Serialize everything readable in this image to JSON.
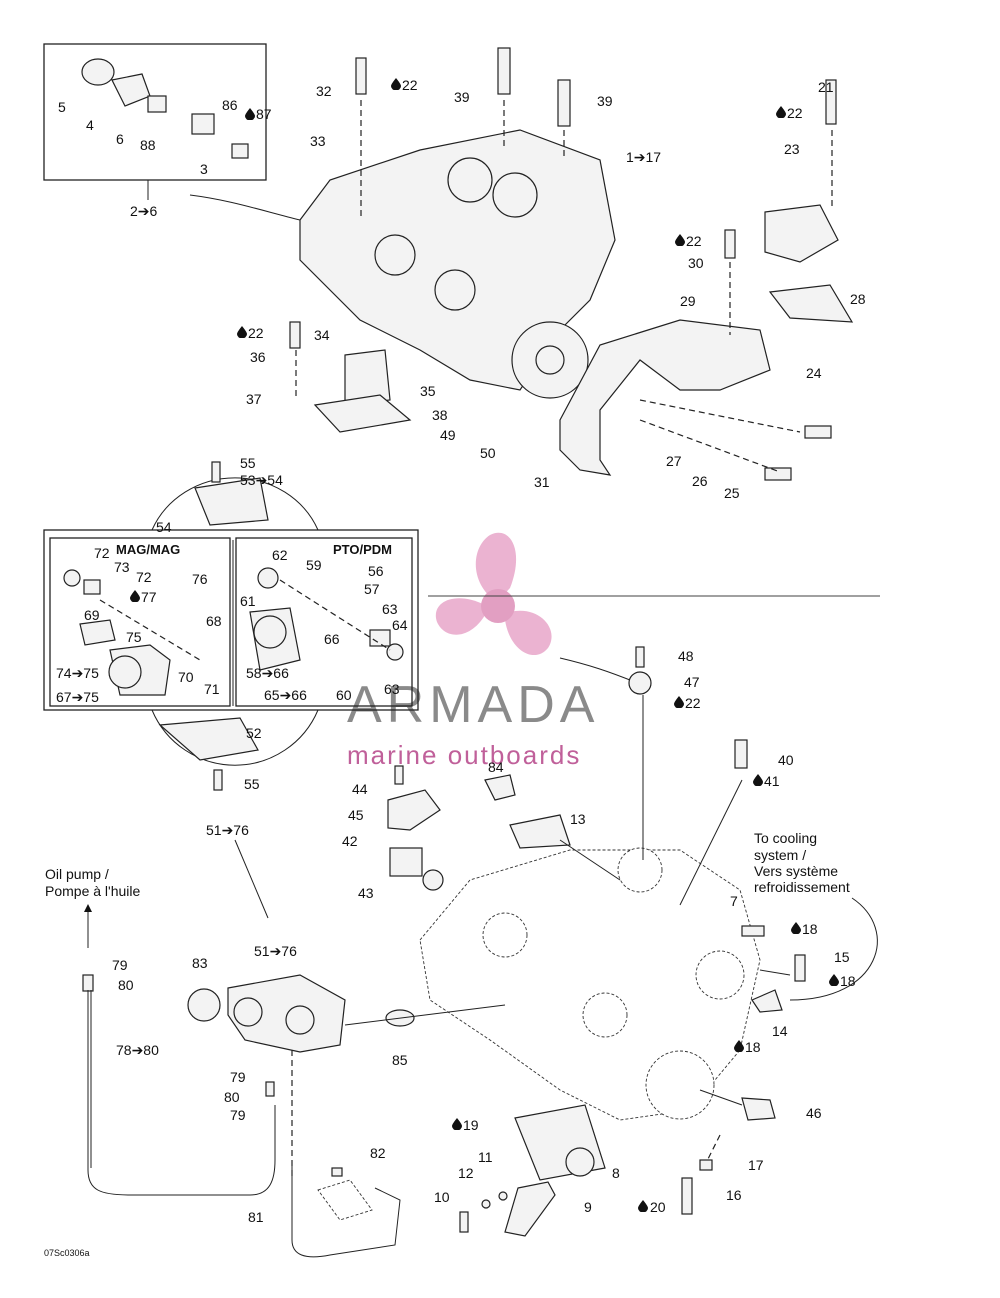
{
  "diagram": {
    "code": "07Sc0306a",
    "watermark": {
      "brand": "ARMADA",
      "tagline": "marine outboards"
    },
    "notes": {
      "oil_pump_en": "Oil pump /",
      "oil_pump_fr": "Pompe à l'huile",
      "cooling_en": "To cooling",
      "cooling_en2": "system /",
      "cooling_fr1": "Vers système",
      "cooling_fr2": "refroidissement"
    },
    "panels": {
      "mag": "MAG/MAG",
      "pto": "PTO/PDM"
    },
    "callouts": {
      "c5": "5",
      "c4": "4",
      "c6": "6",
      "c88": "88",
      "c86": "86",
      "c87": "87",
      "c3": "3",
      "c2_6": "2➔6",
      "c32": "32",
      "c32_22": "22",
      "c33": "33",
      "c39a": "39",
      "c39b": "39",
      "c1_17": "1➔17",
      "c21": "21",
      "c21_22": "22",
      "c23": "23",
      "c22_30": "22",
      "c30": "30",
      "c29": "29",
      "c28": "28",
      "c24": "24",
      "c22_36": "22",
      "c36": "36",
      "c34": "34",
      "c37": "37",
      "c35": "35",
      "c38": "38",
      "c49": "49",
      "c50": "50",
      "c31": "31",
      "c27": "27",
      "c26": "26",
      "c25": "25",
      "c55a": "55",
      "c53_54": "53➔54",
      "c54": "54",
      "c72a": "72",
      "c73": "73",
      "c72b": "72",
      "c77": "77",
      "c76": "76",
      "c69": "69",
      "c75": "75",
      "c68": "68",
      "c74_75": "74➔75",
      "c70": "70",
      "c71": "71",
      "c67_75": "67➔75",
      "c62": "62",
      "c59": "59",
      "c61": "61",
      "c56": "56",
      "c57": "57",
      "c63a": "63",
      "c64": "64",
      "c66": "66",
      "c58_66": "58➔66",
      "c60": "60",
      "c65_66": "65➔66",
      "c63b": "63",
      "c52": "52",
      "c55b": "55",
      "c51_76a": "51➔76",
      "c48": "48",
      "c47": "47",
      "c47_22": "22",
      "c40": "40",
      "c41": "41",
      "c84": "84",
      "c44": "44",
      "c45": "45",
      "c42": "42",
      "c13": "13",
      "c43": "43",
      "c7": "7",
      "c7_18": "18",
      "c15": "15",
      "c15_18": "18",
      "c14": "14",
      "c14_18": "18",
      "c46": "46",
      "c79a": "79",
      "c80a": "80",
      "c78_80": "78➔80",
      "c83": "83",
      "c51_76b": "51➔76",
      "c85": "85",
      "c79b": "79",
      "c80b": "80",
      "c79c": "79",
      "c19": "19",
      "c8": "8",
      "c17": "17",
      "c82": "82",
      "c11": "11",
      "c12": "12",
      "c10": "10",
      "c9": "9",
      "c20": "20",
      "c16": "16",
      "c81": "81"
    }
  },
  "colors": {
    "line": "#222222",
    "watermark_pink": "#e8a6c9",
    "watermark_grey": "#8a8a8a"
  }
}
